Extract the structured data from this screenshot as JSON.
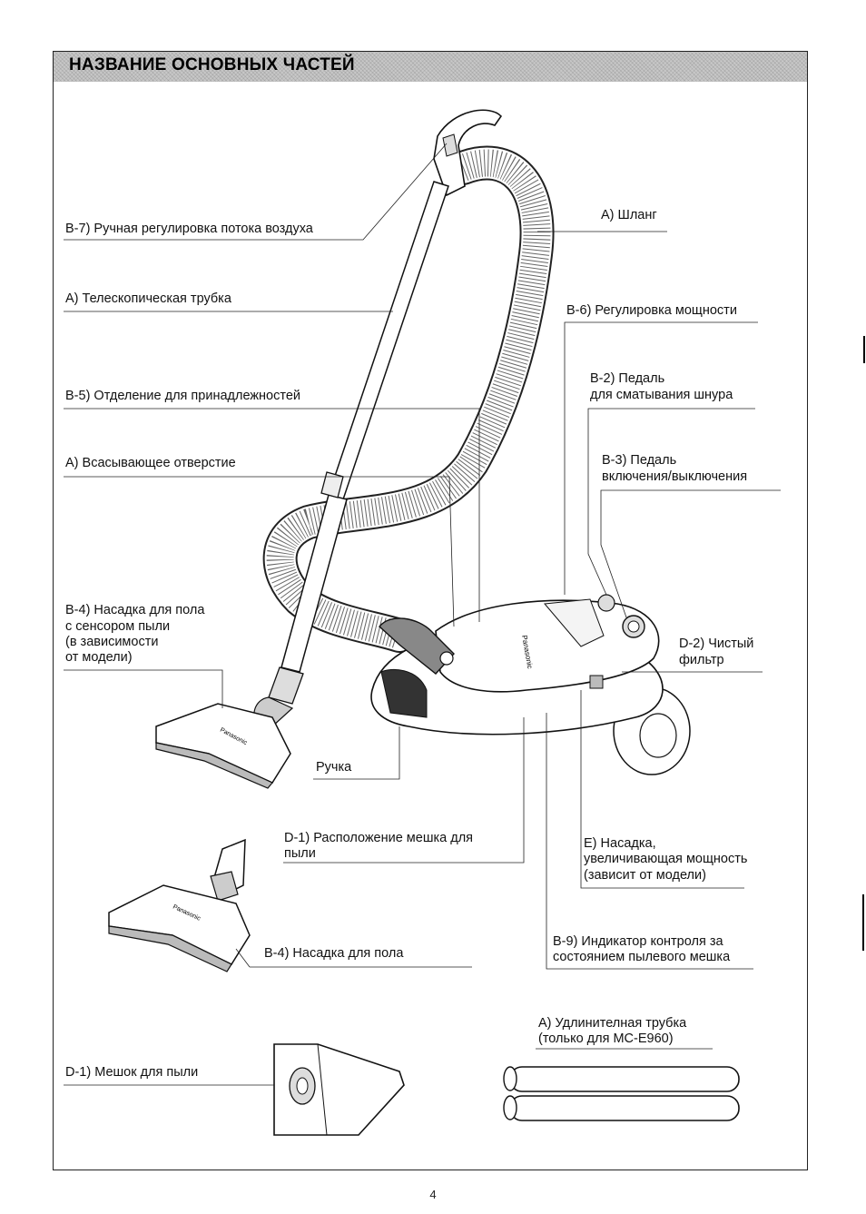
{
  "header": {
    "title": "НАЗВАНИЕ ОСНОВНЫХ ЧАСТЕЙ"
  },
  "labels": {
    "b7": "В-7) Ручная регулировка потока воздуха",
    "a_hose": "А) Шланг",
    "a_tube": "А) Телескопическая трубка",
    "b6": "В-6) Регулировка мощности",
    "b2_line1": "В-2) Педаль",
    "b2_line2": "для сматывания шнура",
    "b5": "В-5) Отделение для принадлежностей",
    "a_inlet": "А) Всасывающее отверстие",
    "b3_line1": "В-3) Педаль",
    "b3_line2": "включения/выключения",
    "b4_dust_1": "В-4) Насадка для пола",
    "b4_dust_2": "с сенсором пыли",
    "b4_dust_3": "(в зависимости",
    "b4_dust_4": "от модели)",
    "d2_line1": "D-2) Чистый",
    "d2_line2": "фильтр",
    "handle": "Ручка",
    "d1_pos_1": "D-1) Расположение мешка для",
    "d1_pos_2": "пыли",
    "e_line1": "Е) Насадка,",
    "e_line2": "увеличивающая мощность",
    "e_line3": "(зависит от модели)",
    "b4_floor": "В-4) Насадка для пола",
    "b9_line1": "В-9) Индикатор контроля за",
    "b9_line2": "состоянием пылевого мешка",
    "ext_1": "А) Удлинителная трубка",
    "ext_2": "(только для МС-Е960)",
    "d1_bag": "D-1) Мешок для пыли"
  },
  "illustration": {
    "brand": "Panasonic"
  },
  "footer": {
    "page_number": "4"
  }
}
